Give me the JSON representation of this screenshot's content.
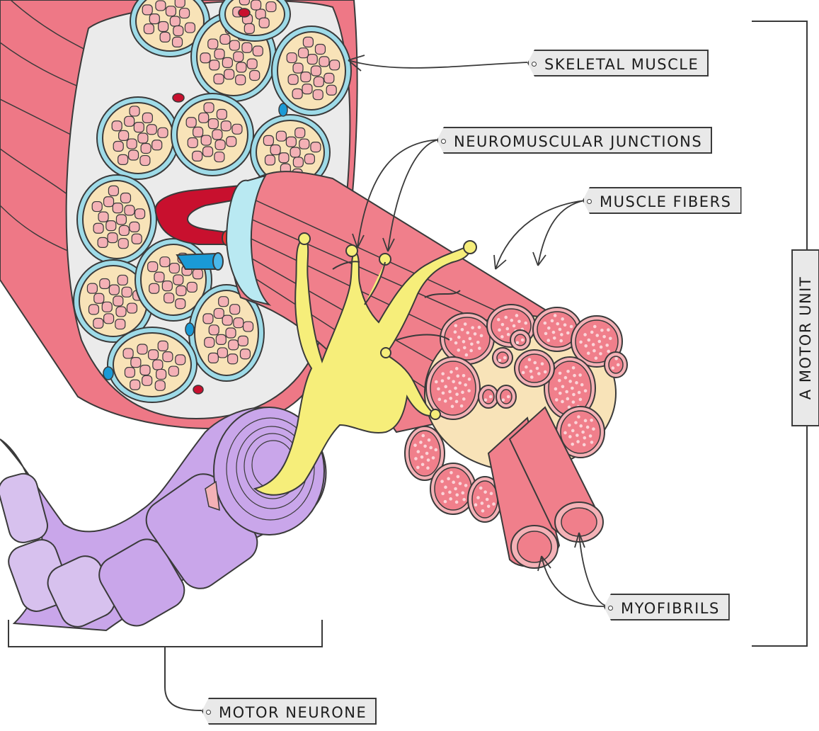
{
  "labels": {
    "skeletal_muscle": "SKELETAL MUSCLE",
    "neuromuscular_junctions": "NEUROMUSCULAR JUNCTIONS",
    "muscle_fibers": "MUSCLE FIBERS",
    "myofibrils": "MYOFIBRILS",
    "motor_neurone": "MOTOR NEURONE",
    "motor_unit": "A MOTOR UNIT"
  },
  "colors": {
    "muscle_pink": "#f07f8b",
    "muscle_dark": "#e86674",
    "connective_blue": "#9edbe8",
    "fascicle_cream": "#f8e3b8",
    "fibre_pink": "#f4b1b6",
    "nerve_yellow": "#f6ee7a",
    "neurone_purple": "#c9a6ea",
    "artery_red": "#c8102e",
    "vein_blue": "#1a9ad6",
    "outline": "#3a3a3a"
  }
}
